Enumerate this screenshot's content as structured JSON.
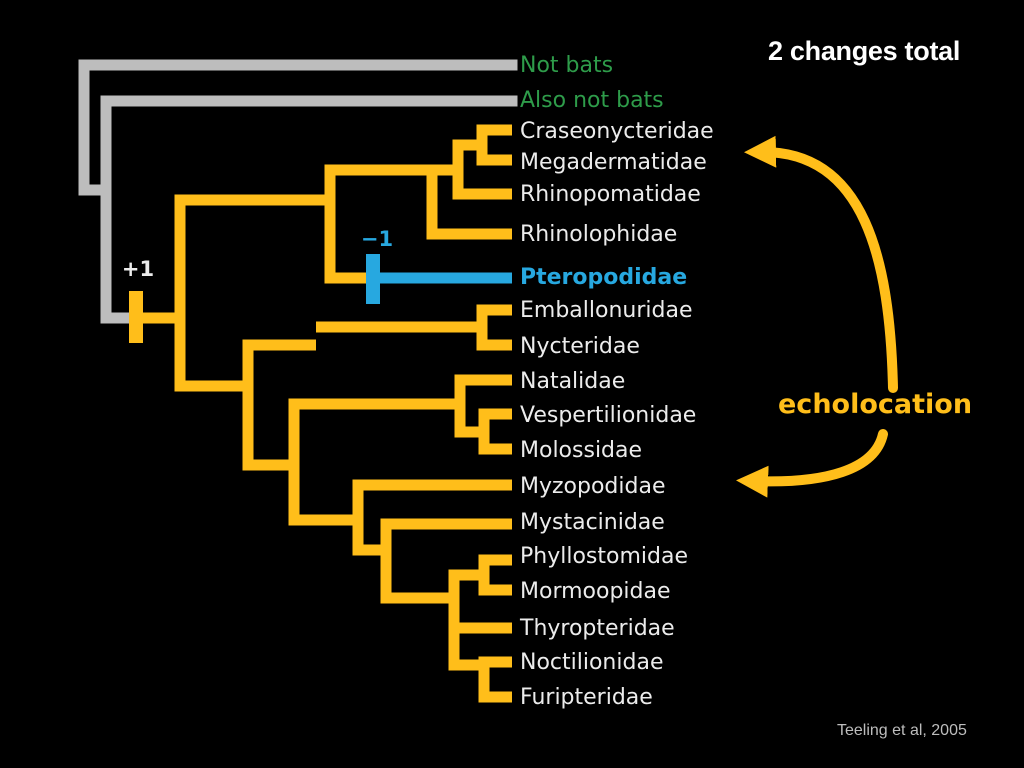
{
  "title": "2 changes total",
  "citation": "Teeling et al, 2005",
  "colors": {
    "background": "#000000",
    "gray_branch": "#bdbdbd",
    "orange_branch": "#ffbe1a",
    "blue_branch": "#27a8e0",
    "outgroup_text": "#2e9c4a",
    "taxon_text": "#ececec",
    "highlight_text": "#27a8e0"
  },
  "taxa": [
    {
      "name": "Not bats",
      "group": "outgroup"
    },
    {
      "name": "Also not bats",
      "group": "outgroup"
    },
    {
      "name": "Craseonycteridae",
      "group": "bat"
    },
    {
      "name": "Megadermatidae",
      "group": "bat"
    },
    {
      "name": "Rhinopomatidae",
      "group": "bat"
    },
    {
      "name": "Rhinolophidae",
      "group": "bat"
    },
    {
      "name": "Pteropodidae",
      "group": "highlight"
    },
    {
      "name": "Emballonuridae",
      "group": "bat"
    },
    {
      "name": "Nycteridae",
      "group": "bat"
    },
    {
      "name": "Natalidae",
      "group": "bat"
    },
    {
      "name": "Vespertilionidae",
      "group": "bat"
    },
    {
      "name": "Molossidae",
      "group": "bat"
    },
    {
      "name": "Myzopodidae",
      "group": "bat"
    },
    {
      "name": "Mystacinidae",
      "group": "bat"
    },
    {
      "name": "Phyllostomidae",
      "group": "bat"
    },
    {
      "name": "Mormoopidae",
      "group": "bat"
    },
    {
      "name": "Thyropteridae",
      "group": "bat"
    },
    {
      "name": "Noctilionidae",
      "group": "bat"
    },
    {
      "name": "Furipteridae",
      "group": "bat"
    }
  ],
  "markers": {
    "gain": "+1",
    "loss": "−1"
  },
  "annotation": {
    "label": "echolocation",
    "icon": "curved-double-arrow-icon"
  }
}
